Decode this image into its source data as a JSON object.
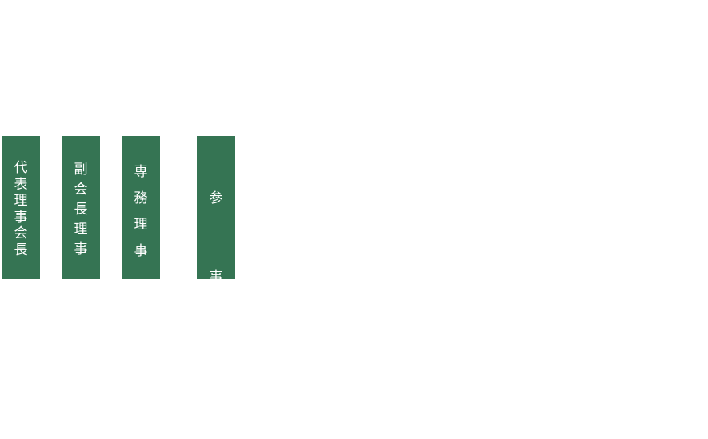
{
  "roles": [
    {
      "label": "代\n表\n理\n事\n会\n長"
    },
    {
      "label": "副\n会\n長\n理\n事"
    },
    {
      "label": "専\n務\n理\n事"
    },
    {
      "label": "参\n事"
    }
  ],
  "colors": {
    "column_bg": "#357453",
    "text": "#ffffff"
  }
}
